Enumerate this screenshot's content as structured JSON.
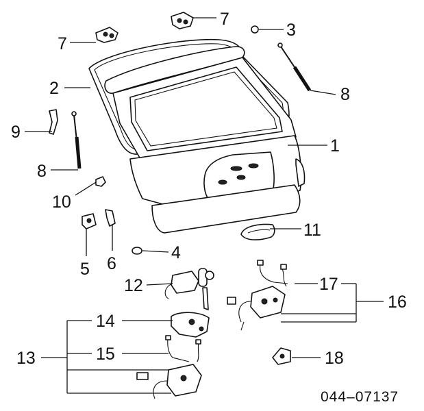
{
  "callouts": {
    "p1": "1",
    "p2": "2",
    "p3": "3",
    "p4": "4",
    "p5": "5",
    "p6": "6",
    "p7a": "7",
    "p7b": "7",
    "p8a": "8",
    "p8b": "8",
    "p9": "9",
    "p10": "10",
    "p11": "11",
    "p12": "12",
    "p13": "13",
    "p14": "14",
    "p15": "15",
    "p16": "16",
    "p17": "17",
    "p18": "18"
  },
  "diagram_code": "044–07137"
}
